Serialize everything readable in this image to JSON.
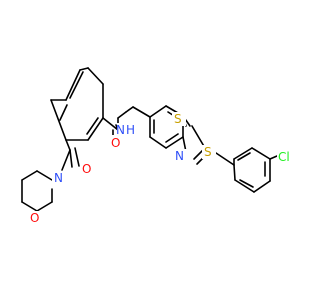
{
  "molecule": {
    "atoms": {
      "o_amide": {
        "label": "O",
        "color": "#ff0d0d"
      },
      "o_carbonyl": {
        "label": "O",
        "color": "#ff0d0d"
      },
      "o_morpholine": {
        "label": "O",
        "color": "#ff0d0d"
      },
      "n_amide": {
        "label": "N",
        "color": "#3050f8"
      },
      "h_amide": {
        "label": "H",
        "color": "#3050f8"
      },
      "n_morpholine": {
        "label": "N",
        "color": "#3050f8"
      },
      "n_thiazole": {
        "label": "N",
        "color": "#3050f8"
      },
      "s_thiazole": {
        "label": "S",
        "color": "#c8a000"
      },
      "s_thioether": {
        "label": "S",
        "color": "#c8a000"
      },
      "cl": {
        "label": "Cl",
        "color": "#1ff01f"
      }
    },
    "bond_color": "#000000"
  }
}
